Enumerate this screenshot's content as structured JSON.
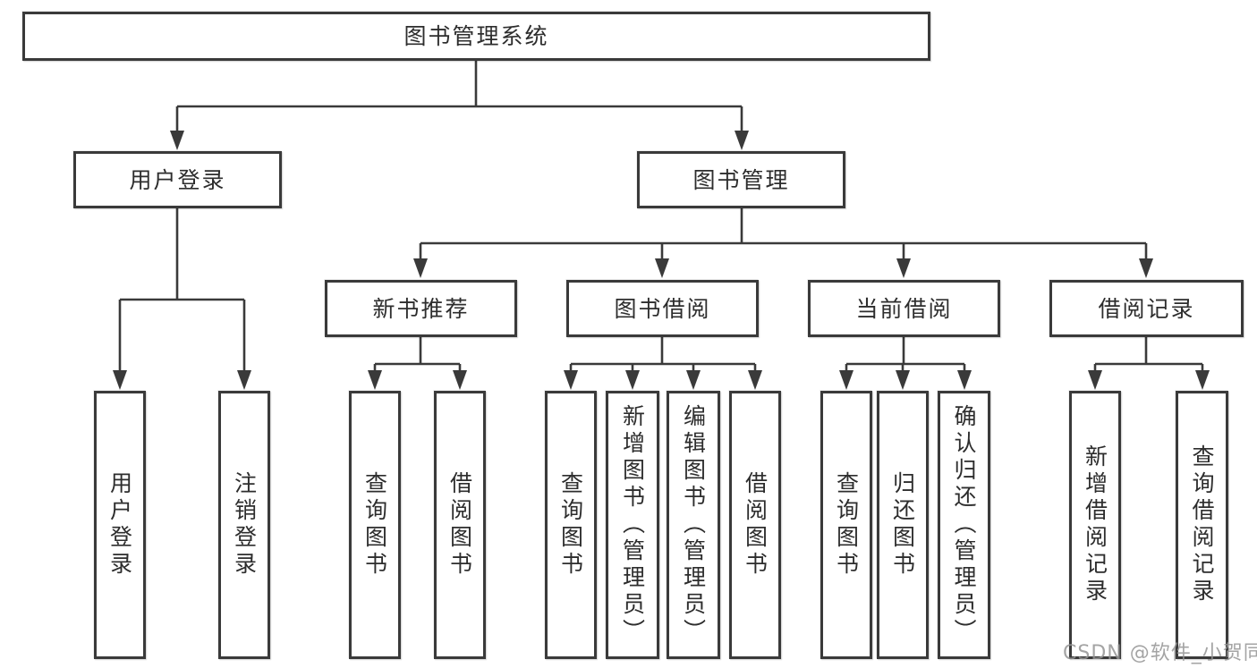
{
  "diagram": {
    "root": {
      "label": "图书管理系统"
    },
    "level2": [
      {
        "label": "用户登录"
      },
      {
        "label": "图书管理"
      }
    ],
    "level3": [
      {
        "label": "新书推荐"
      },
      {
        "label": "图书借阅"
      },
      {
        "label": "当前借阅"
      },
      {
        "label": "借阅记录"
      }
    ],
    "leaves": [
      {
        "label": "用户登录"
      },
      {
        "label": "注销登录"
      },
      {
        "label": "查询图书"
      },
      {
        "label": "借阅图书"
      },
      {
        "label": "查询图书"
      },
      {
        "label": "新增图书（管理员）"
      },
      {
        "label": "编辑图书（管理员）"
      },
      {
        "label": "借阅图书"
      },
      {
        "label": "查询图书"
      },
      {
        "label": "归还图书"
      },
      {
        "label": "确认归还（管理员）"
      },
      {
        "label": "新增借阅记录"
      },
      {
        "label": "查询借阅记录"
      }
    ],
    "watermark": "CSDN @软件_小贺同学",
    "colors": {
      "line": "#3a3a3a",
      "text": "#2d2d2d",
      "watermark": "#949494",
      "background": "#ffffff"
    }
  }
}
